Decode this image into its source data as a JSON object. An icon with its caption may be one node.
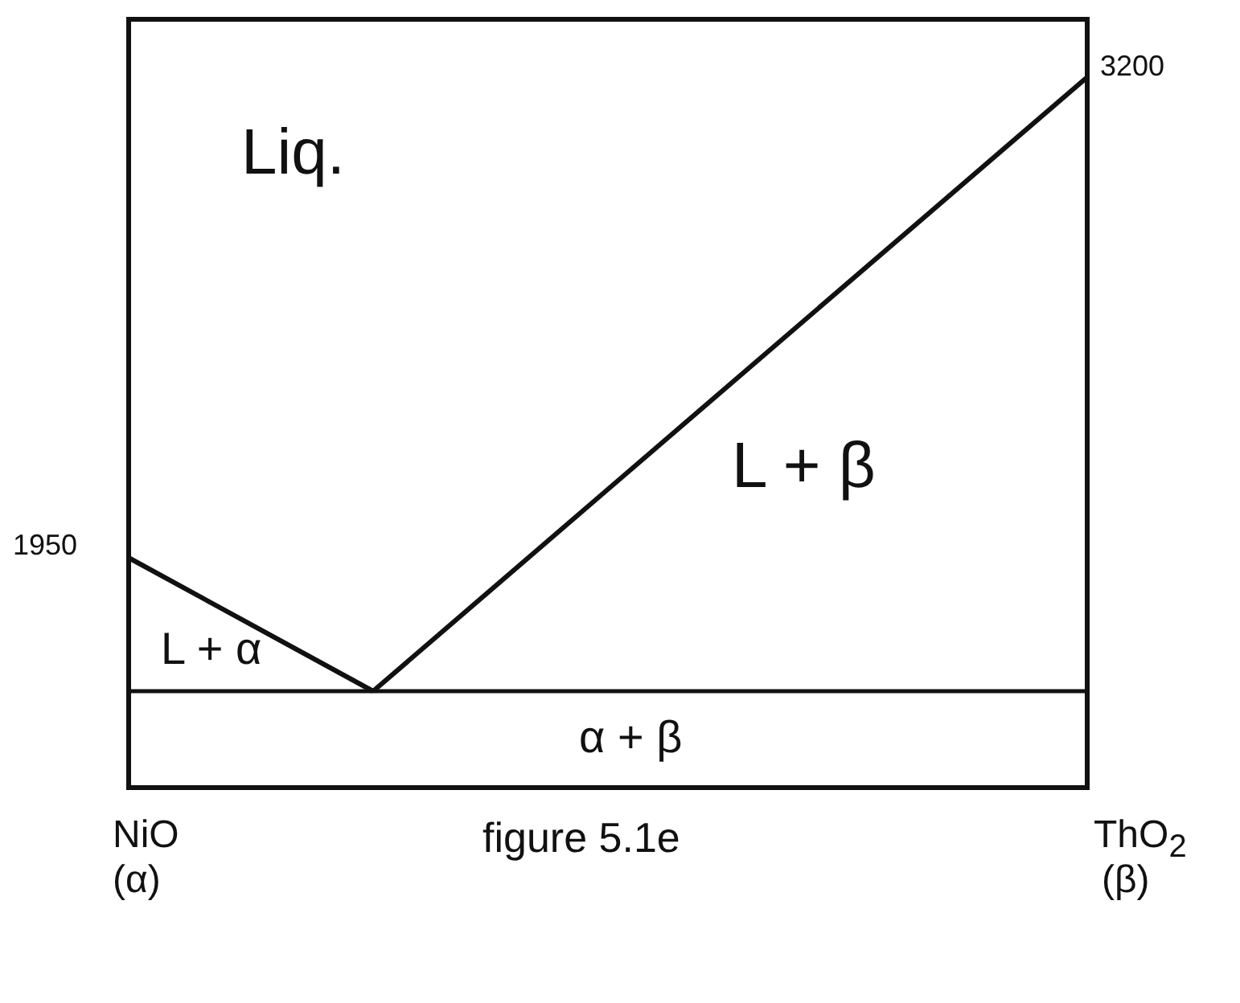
{
  "diagram": {
    "caption": "figure 5.1e",
    "labels": [
      "Liq.",
      "L + β",
      "L + α",
      "α + β",
      "1950",
      "3200",
      "NiO",
      "(α)",
      "ThO$_{2}$",
      "(β)"
    ]
  }
}
